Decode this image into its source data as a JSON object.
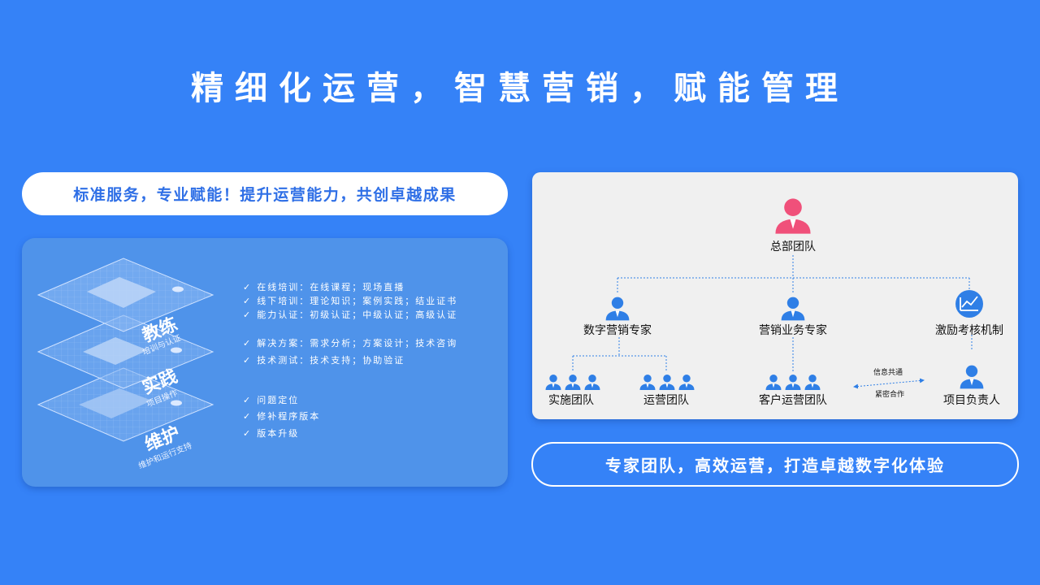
{
  "title": "精细化运营，智慧营销，赋能管理",
  "left": {
    "banner": "标准服务，专业赋能！提升运营能力，共创卓越成果",
    "layers": [
      {
        "main": "教练",
        "sub": "培训与认证"
      },
      {
        "main": "实践",
        "sub": "项目操作"
      },
      {
        "main": "维护",
        "sub": "维护和运行支持"
      }
    ],
    "checklist": [
      "在线培训：在线课程；现场直播",
      "线下培训：理论知识；案例实践；结业证书",
      "能力认证：初级认证；中级认证；高级认证",
      "解决方案：需求分析；方案设计；技术咨询",
      "技术测试：技术支持；协助验证",
      "问题定位",
      "修补程序版本",
      "版本升级"
    ],
    "check_mark": "✓"
  },
  "org": {
    "hq": "总部团队",
    "expert1": "数字营销专家",
    "expert2": "营销业务专家",
    "incentive": "激励考核机制",
    "team1": "实施团队",
    "team2": "运营团队",
    "team3": "客户运营团队",
    "leader": "项目负责人",
    "arrow_top": "信息共通",
    "arrow_bottom": "紧密合作",
    "colors": {
      "hq": "#f0507a",
      "member": "#2f7fe6"
    }
  },
  "right_banner": "专家团队，高效运营，打造卓越数字化体验"
}
